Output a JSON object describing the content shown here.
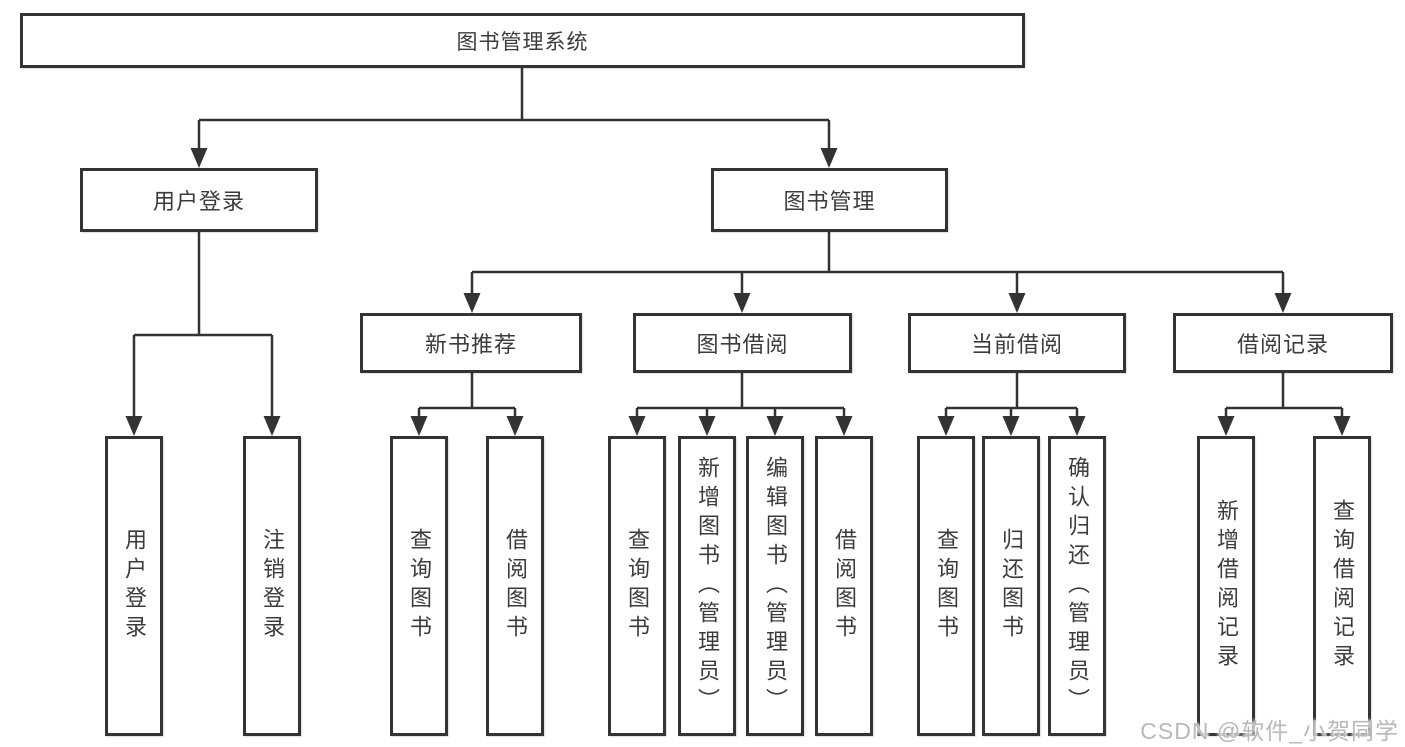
{
  "title": "图书管理系统",
  "watermark": "CSDN @软件_小贺同学",
  "colors": {
    "line": "#333333",
    "box_border": "#333333",
    "text": "#3c3c3c",
    "background": "#ffffff",
    "watermark": "#b9b9b9"
  },
  "tree": {
    "root": {
      "label": "图书管理系统"
    },
    "level2": [
      {
        "label": "用户登录",
        "children": [
          {
            "label": "用户登录"
          },
          {
            "label": "注销登录"
          }
        ]
      },
      {
        "label": "图书管理",
        "children": [
          {
            "label": "新书推荐",
            "children": [
              {
                "label": "查询图书"
              },
              {
                "label": "借阅图书"
              }
            ]
          },
          {
            "label": "图书借阅",
            "children": [
              {
                "label": "查询图书"
              },
              {
                "label": "新增图书（管理员）"
              },
              {
                "label": "编辑图书（管理员）"
              },
              {
                "label": "借阅图书"
              }
            ]
          },
          {
            "label": "当前借阅",
            "children": [
              {
                "label": "查询图书"
              },
              {
                "label": "归还图书"
              },
              {
                "label": "确认归还（管理员）"
              }
            ]
          },
          {
            "label": "借阅记录",
            "children": [
              {
                "label": "新增借阅记录"
              },
              {
                "label": "查询借阅记录"
              }
            ]
          }
        ]
      }
    ]
  }
}
